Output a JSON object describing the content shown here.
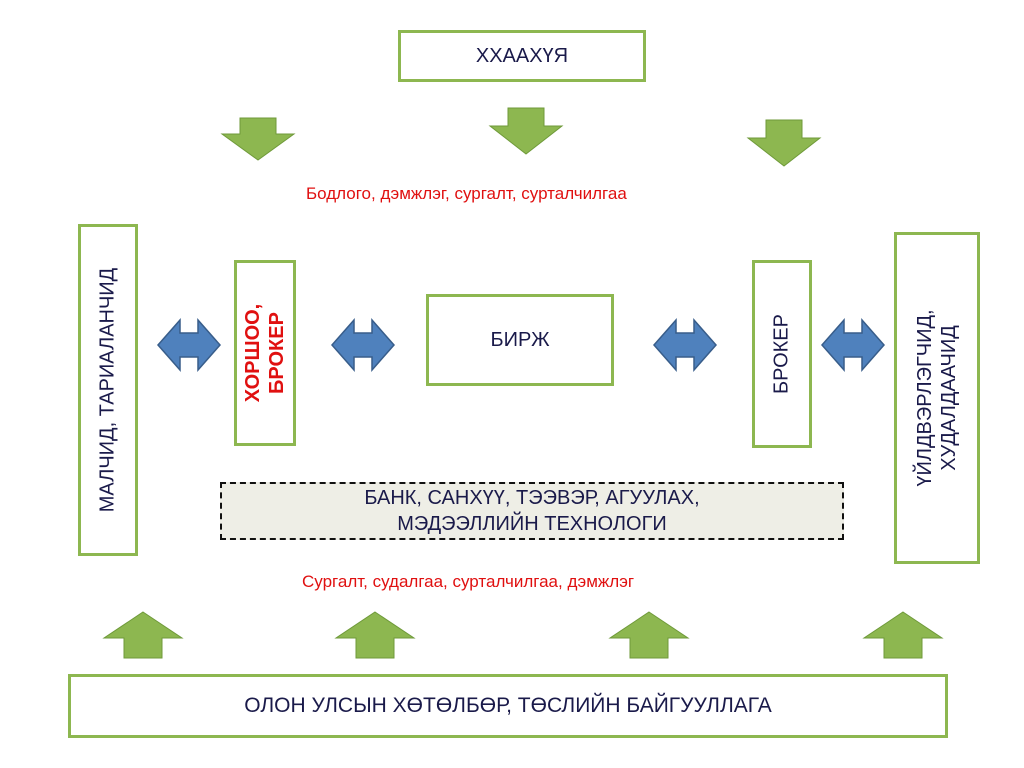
{
  "top_box": "ХХААХҮЯ",
  "top_caption": "Бодлого, дэмжлэг, сургалт, сурталчилгаа",
  "left_box": "МАЛЧИД, ТАРИАЛАНЧИД",
  "cooperative_broker_box": {
    "line1": "ХОРШОО,",
    "line2": "БРОКЕР"
  },
  "exchange_box": "БИРЖ",
  "broker_box": "БРОКЕР",
  "right_box": {
    "line1": "ҮЙЛДВЭРЛЭГЧИД,",
    "line2": "ХУДАЛДААЧИД"
  },
  "services_box": {
    "line1": "БАНК, САНХҮҮ, ТЭЭВЭР, АГУУЛАХ,",
    "line2": "МЭДЭЭЛЛИЙН ТЕХНОЛОГИ"
  },
  "bottom_caption": "Сургалт, судалгаа, сурталчилгаа, дэмжлэг",
  "bottom_box": "ОЛОН УЛСЫН ХӨТӨЛБӨР, ТӨСЛИЙН БАЙГУУЛЛАГА",
  "colors": {
    "box_border": "#8db750",
    "arrow_green": "#8db750",
    "arrow_blue": "#4f81bd",
    "red_text": "#e01010"
  }
}
